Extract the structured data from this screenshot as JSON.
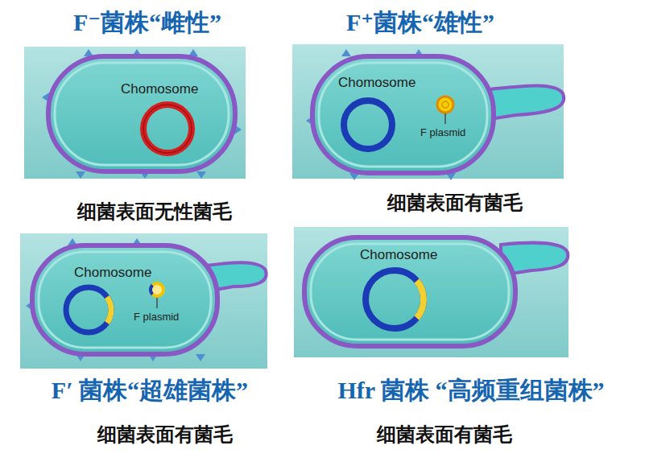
{
  "diagram": {
    "nodes": [
      {
        "text": [
          "F⁻菌株“雌性”",
          "Chomosome",
          "细菌表面无性菌毛"
        ]
      },
      {
        "text": [
          "F⁺菌株“雄性”",
          "Chomosome",
          "F plasmid",
          "细菌表面有菌毛"
        ]
      },
      {
        "text": [
          "Chomosome",
          "F plasmid",
          "F′ 菌株“超雄菌株”",
          "细菌表面有菌毛"
        ]
      },
      {
        "text": [
          "Chomosome",
          "Hfr 菌株 “高频重组菌株”",
          "细菌表面有菌毛"
        ]
      }
    ]
  }
}
